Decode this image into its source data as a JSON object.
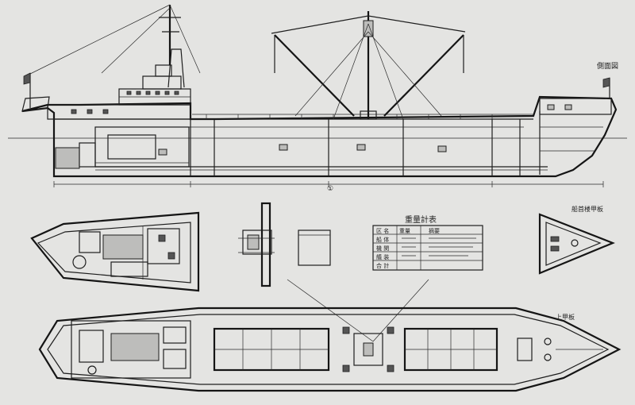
{
  "drawing": {
    "background": "#e4e4e2",
    "ink": "#1e1e1e",
    "labels": {
      "profile_tag": "側面図",
      "scale_mark": "①",
      "table_title": "重量計表",
      "deck_plan_tag": "上甲板",
      "bow_plan_tag": "船首楼甲板"
    },
    "spec_table": {
      "rows": [
        [
          "区 名",
          "重量",
          "摘要"
        ],
        [
          "船 体",
          "",
          ""
        ],
        [
          "機 関",
          "",
          ""
        ],
        [
          "艤 装",
          "",
          ""
        ],
        [
          "合 計",
          "",
          ""
        ]
      ]
    }
  }
}
